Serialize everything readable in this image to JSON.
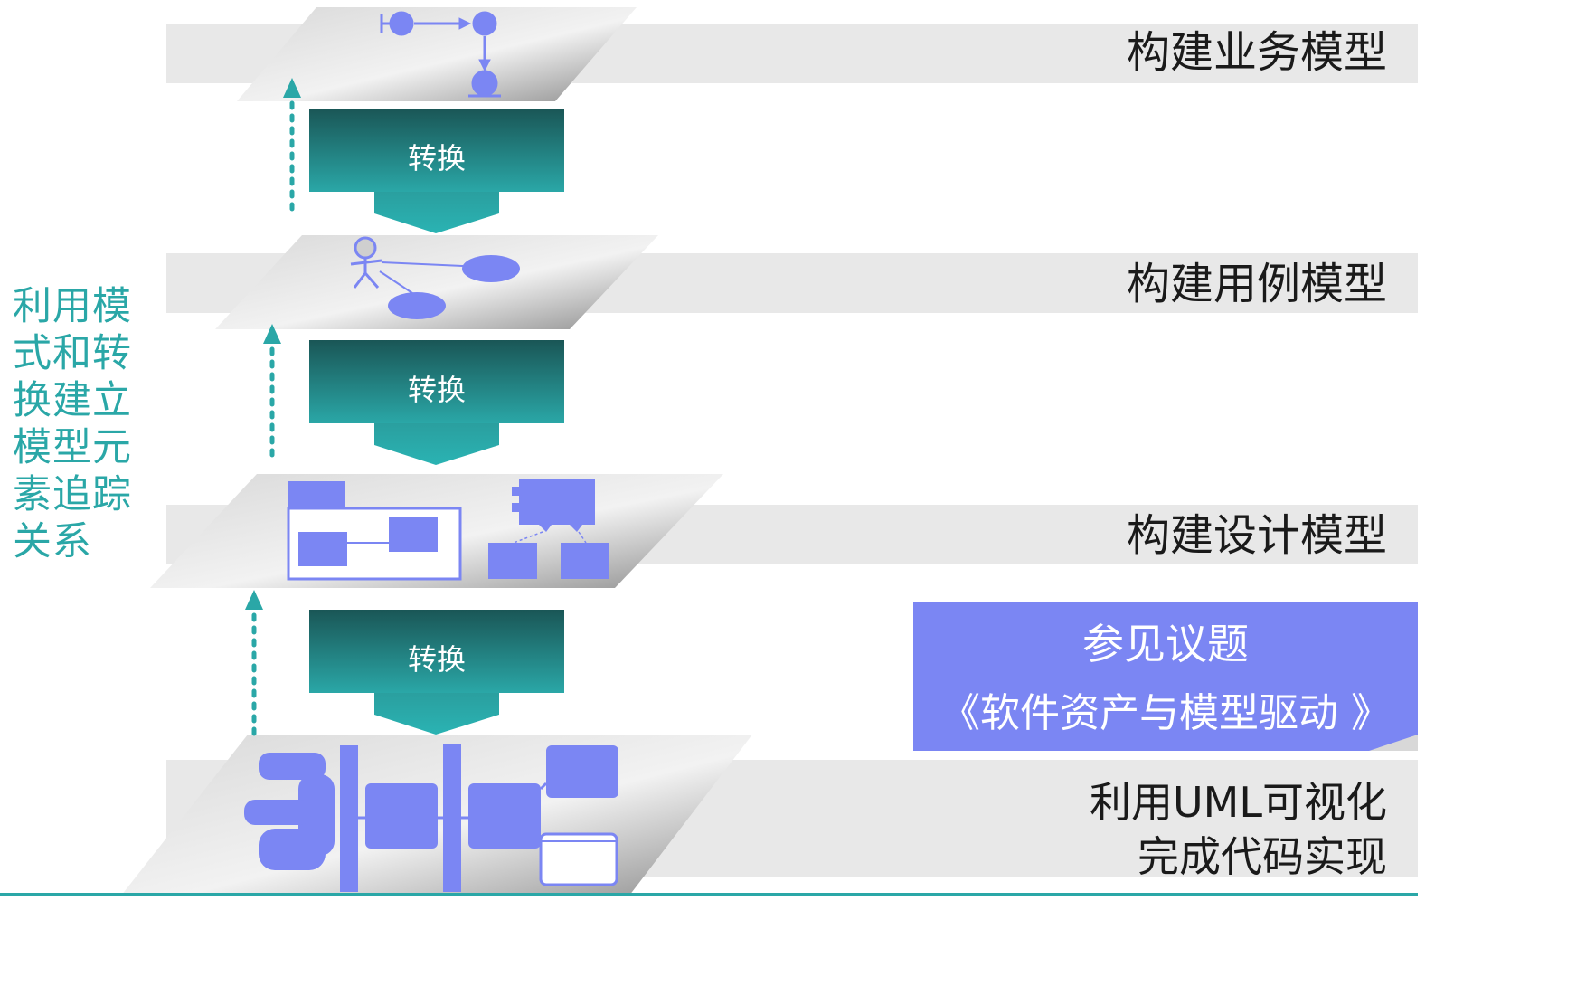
{
  "levels": [
    {
      "label": "构建业务模型"
    },
    {
      "label": "构建用例模型"
    },
    {
      "label": "构建设计模型"
    },
    {
      "label_line1": "利用UML可视化",
      "label_line2": "完成代码实现"
    }
  ],
  "transform_label": "转换",
  "trace_text": "利用模式和转换建立模型元素追踪关系",
  "note": {
    "title": "参见议题",
    "subtitle": "《软件资产与模型驱动 》"
  },
  "colors": {
    "teal_dark": "#1a5a5a",
    "teal": "#2aa7a7",
    "shape_blue": "#7b86f3",
    "band_gray": "#e8e8e8"
  }
}
